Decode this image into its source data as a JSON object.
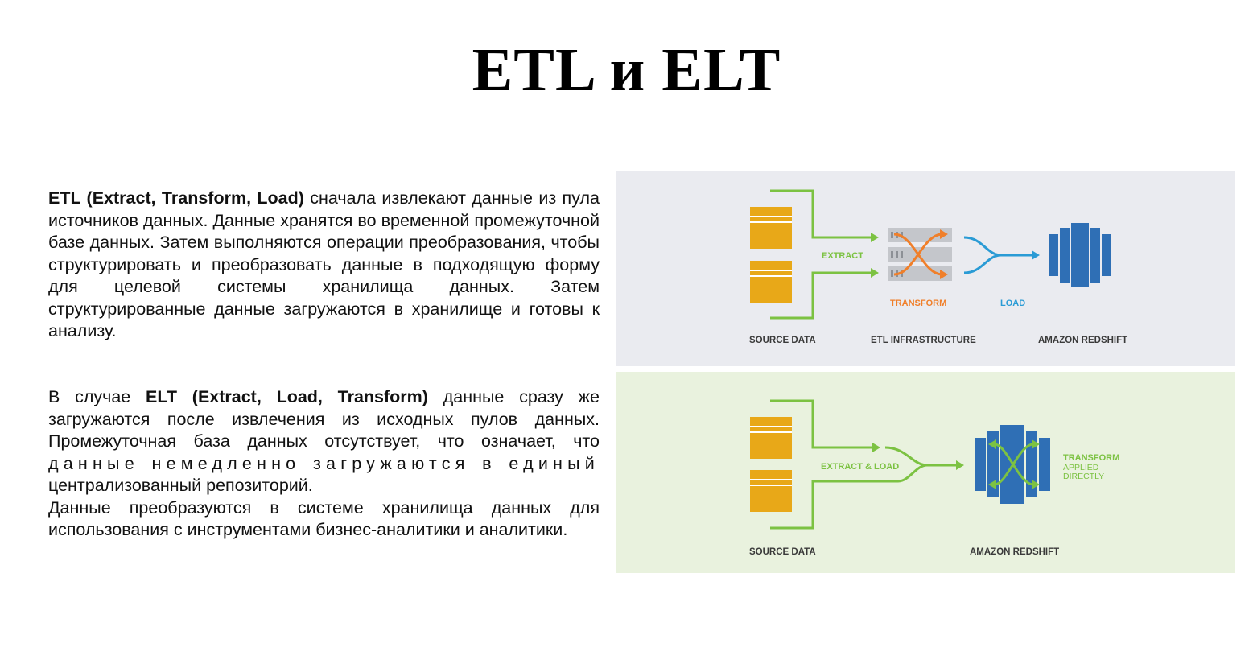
{
  "title": "ETL и ELT",
  "etl_paragraph": {
    "term": "ETL (Extract, Transform, Load)",
    "text": " сначала извлекают данные из пула источников данных. Данные хранятся во временной промежуточной базе данных. Затем выполняются операции преобразования, чтобы структурировать и преобразовать данные в подходящую форму для целевой системы хранилища данных. Затем структурированные данные загружаются в хранилище и готовы к анализу."
  },
  "elt_paragraph": {
    "prefix": "В случае ",
    "term": "ELT (Extract, Load, Transform)",
    "text1": " данные сразу же загружаются после извлечения из исходных пулов данных. Промежуточная база данных отсутствует, что означает, что ",
    "text_spaced": "данные немедленно загружаются в единый",
    "text2": " централизованный репозиторий.",
    "text3": "Данные преобразуются в системе хранилища данных для использования с инструментами бизнес-аналитики и аналитики."
  },
  "etl_diagram": {
    "extract": "EXTRACT",
    "transform": "TRANSFORM",
    "load": "LOAD",
    "source": "SOURCE DATA",
    "infra": "ETL INFRASTRUCTURE",
    "target": "AMAZON REDSHIFT"
  },
  "elt_diagram": {
    "extract_load": "EXTRACT & LOAD",
    "transform_line1": "TRANSFORM",
    "transform_line2": "APPLIED",
    "transform_line3": "DIRECTLY",
    "source": "SOURCE DATA",
    "target": "AMAZON REDSHIFT"
  },
  "colors": {
    "green": "#7cc242",
    "orange": "#f07f2a",
    "blue": "#2a9bd5",
    "yellow": "#e8a818",
    "redshift": "#2f6fb5",
    "label_gray": "#3a3a3a"
  }
}
